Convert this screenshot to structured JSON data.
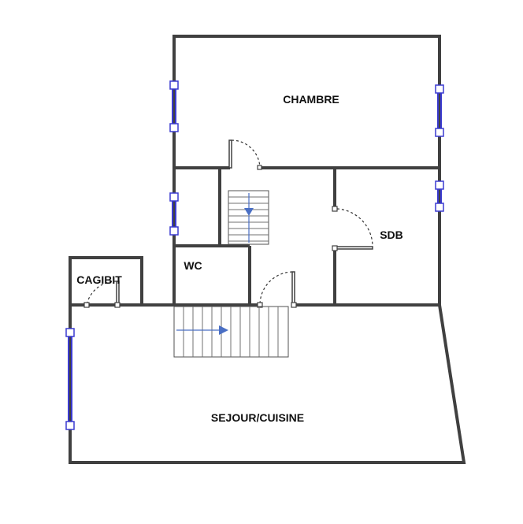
{
  "rooms": {
    "chambre": "CHAMBRE",
    "sdb": "SDB",
    "wc": "WC",
    "cagibit": "CAGIBIT",
    "sejour": "SEJOUR/CUISINE"
  },
  "colors": {
    "wall": "#404040",
    "window": "#3a3ad0",
    "stair_arrow": "#4a6fc4",
    "background": "#ffffff"
  }
}
